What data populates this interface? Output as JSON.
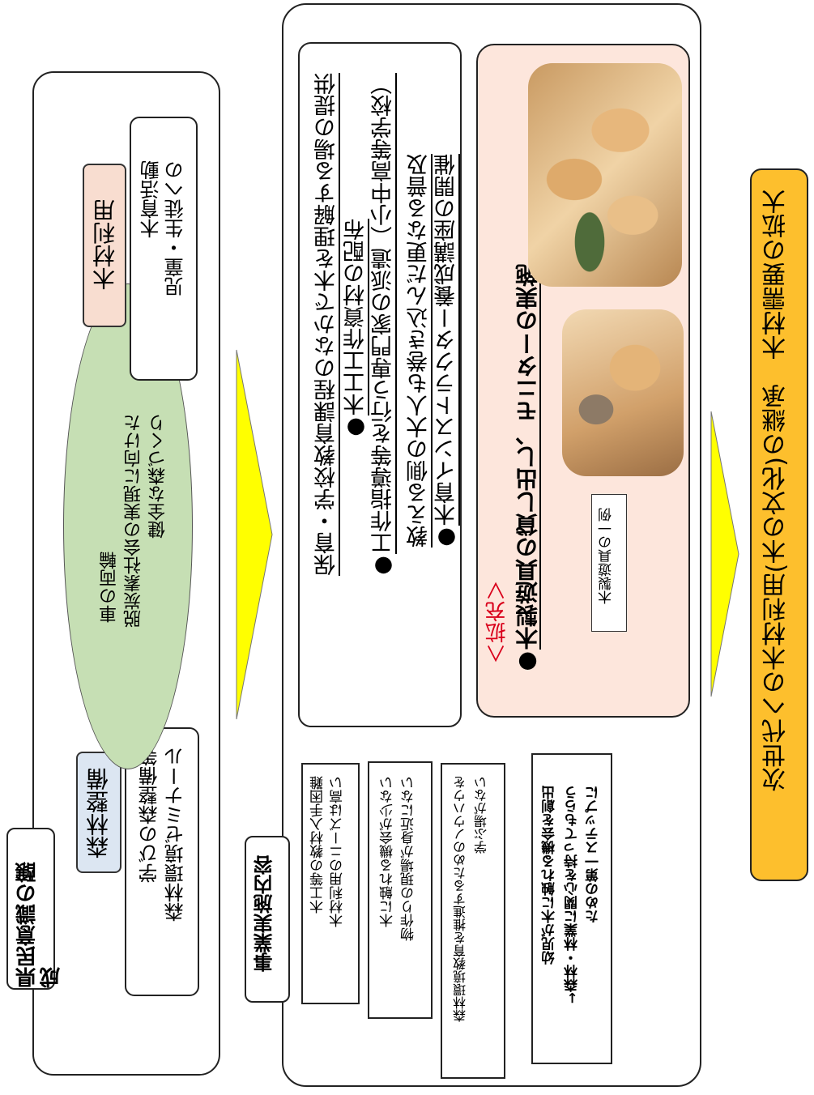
{
  "section1": {
    "tab_label": "県民意識の醸成",
    "forest": {
      "label": "森林整備",
      "desc_line1": "森林環境ゼミナール",
      "desc_line2": "学びの森整備等"
    },
    "center": {
      "line1": "健全な森づくり",
      "line2": "脱炭素社会の実現に向けた",
      "line3": "車の両輪"
    },
    "wood": {
      "label": "木材利用",
      "desc_line1": "児童・生徒への",
      "desc_line2": "木育活動"
    }
  },
  "section2": {
    "tab_label": "事業実施内容",
    "main_items": [
      {
        "prefix": "",
        "text": "保育・学校教育課程のなかで木を理解する場の提供"
      },
      {
        "prefix": "●",
        "text": "木工工作資材の配布"
      },
      {
        "prefix": "●",
        "text": "工作指導等を行う専門家の派遣（小中高等学校）"
      },
      {
        "prefix": "",
        "text": "教える側の大人も巻き込んだ更なる普及"
      },
      {
        "prefix": "●",
        "text": "木育インストラクター養成講座の開催"
      }
    ],
    "expansion": {
      "bracket": "＜拡充＞",
      "prefix": "●",
      "text": "木製遊具の貸し出し、モニターの実施",
      "caption": "木製遊具の一例"
    },
    "callouts": {
      "c1_line1": "木工等の教材入手困難",
      "c1_line2": "木材利用のニーズは高い",
      "c2_line1": "木に触れる機会が少ない",
      "c2_line2": "物作りの現場が身近にない",
      "c3_line1": "森林環境教育を推進するためのノウハウを",
      "c3_line2": "学ぶ場がない",
      "c4_line1": "幼児が木に触れる機会を創出",
      "c4_line2": "→森林・林業に関心を持ってもらう",
      "c4_line3": "ための第一ステップに"
    }
  },
  "result": {
    "line": "次世代への木材利用(木の文化)の継承　木材需要の拡大"
  },
  "colors": {
    "forest_label_bg": "#dce6f2",
    "wood_label_bg": "#f8ddd0",
    "ellipse_fill": "#c6dfb4",
    "arrow_fill": "#ffff00",
    "expansion_bg": "#fde6dc",
    "result_bg": "#fdbf2d",
    "accent_red": "#d9001b"
  }
}
